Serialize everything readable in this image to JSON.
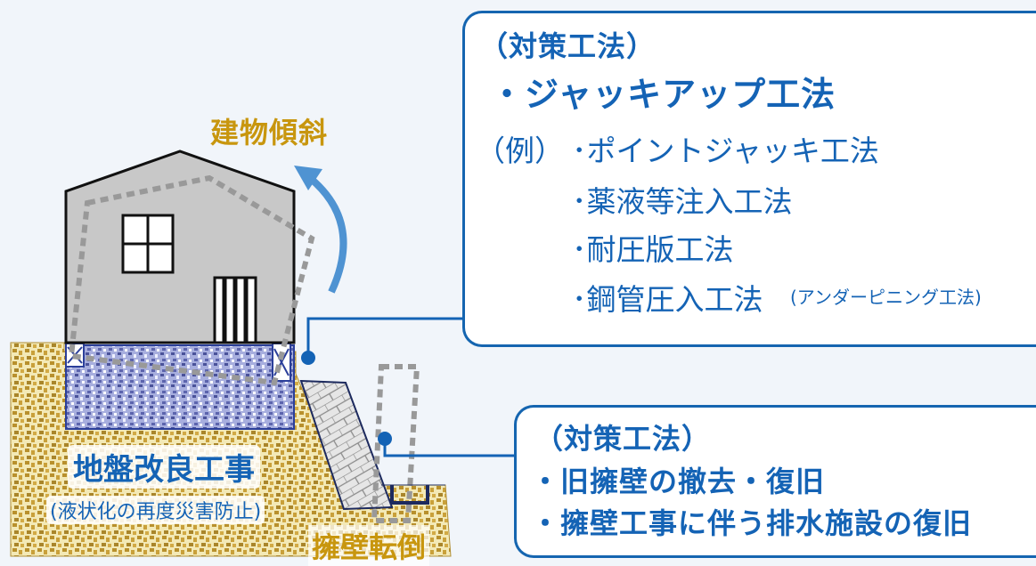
{
  "labels": {
    "building_tilt": "建物傾斜",
    "ground_improvement": "地盤改良工事",
    "ground_improvement_note": "(液状化の再度災害防止)",
    "retaining_wall_collapse": "擁壁転倒"
  },
  "top_callout": {
    "heading": "（対策工法）",
    "method": "・ジャッキアップ工法",
    "example_prefix": "（例）",
    "examples": [
      "･ポイントジャッキ工法",
      "･薬液等注入工法",
      "･耐圧版工法",
      "･鋼管圧入工法"
    ],
    "example_note": "(アンダーピニング工法)"
  },
  "bottom_callout": {
    "heading": "（対策工法）",
    "items": [
      "・旧擁壁の撤去・復旧",
      "・擁壁工事に伴う排水施設の復旧"
    ]
  },
  "colors": {
    "accent_blue": "#1463b5",
    "label_gold": "#c8960e",
    "ground": "#c9a748",
    "house_gray": "#c8c8c8"
  }
}
